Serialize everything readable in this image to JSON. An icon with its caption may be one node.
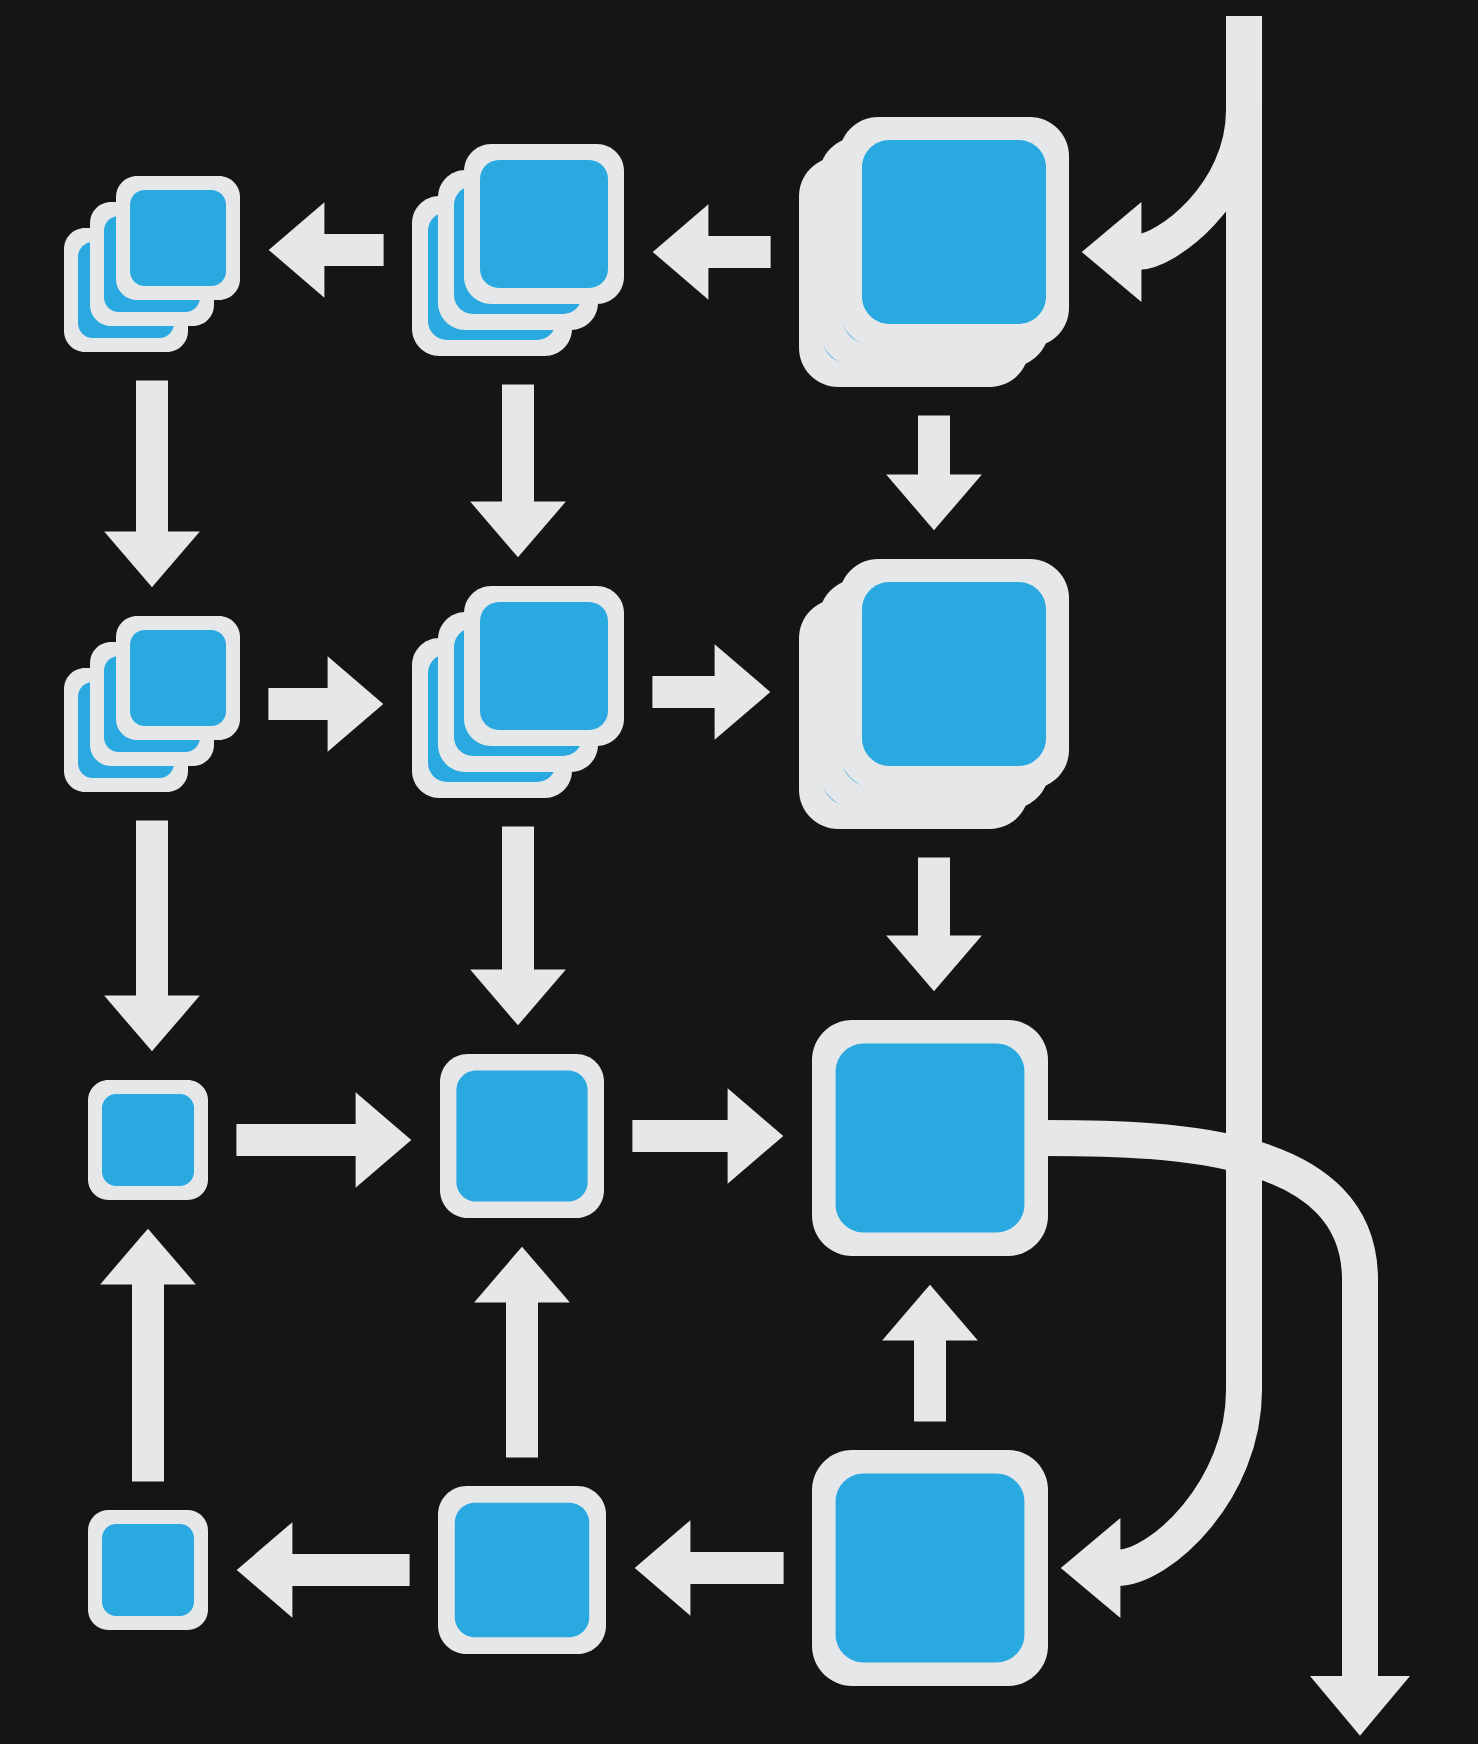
{
  "diagram": {
    "nodes": [
      {
        "text": [],
        "shape": "stack"
      },
      {
        "text": [],
        "shape": "stack"
      },
      {
        "text": [],
        "shape": "stack"
      },
      {
        "text": [],
        "shape": "stack"
      },
      {
        "text": [],
        "shape": "stack"
      },
      {
        "text": [],
        "shape": "stack"
      },
      {
        "text": [],
        "shape": "box"
      },
      {
        "text": [],
        "shape": "box"
      },
      {
        "text": [],
        "shape": "box"
      },
      {
        "text": [],
        "shape": "box"
      },
      {
        "text": [],
        "shape": "box"
      },
      {
        "text": [],
        "shape": "box"
      }
    ],
    "edges": [
      {
        "from": 2,
        "to": 1,
        "arrow": "to"
      },
      {
        "from": 1,
        "to": 0,
        "arrow": "to"
      },
      {
        "from": 0,
        "to": 3,
        "arrow": "to"
      },
      {
        "from": 1,
        "to": 4,
        "arrow": "to"
      },
      {
        "from": 2,
        "to": 5,
        "arrow": "to"
      },
      {
        "from": 3,
        "to": 4,
        "arrow": "to"
      },
      {
        "from": 4,
        "to": 5,
        "arrow": "to"
      },
      {
        "from": 3,
        "to": 6,
        "arrow": "to"
      },
      {
        "from": 4,
        "to": 7,
        "arrow": "to"
      },
      {
        "from": 5,
        "to": 8,
        "arrow": "to"
      },
      {
        "from": 6,
        "to": 7,
        "arrow": "to"
      },
      {
        "from": 7,
        "to": 8,
        "arrow": "to"
      },
      {
        "from": 9,
        "to": 6,
        "arrow": "to"
      },
      {
        "from": 10,
        "to": 7,
        "arrow": "to"
      },
      {
        "from": 11,
        "to": 8,
        "arrow": "to"
      },
      {
        "from": 11,
        "to": 10,
        "arrow": "to"
      },
      {
        "from": 10,
        "to": 9,
        "arrow": "to"
      },
      {
        "from": null,
        "to": 2,
        "arrow": "to"
      },
      {
        "from": null,
        "to": 11,
        "arrow": "to"
      },
      {
        "from": 8,
        "to": null,
        "arrow": "to"
      }
    ]
  }
}
